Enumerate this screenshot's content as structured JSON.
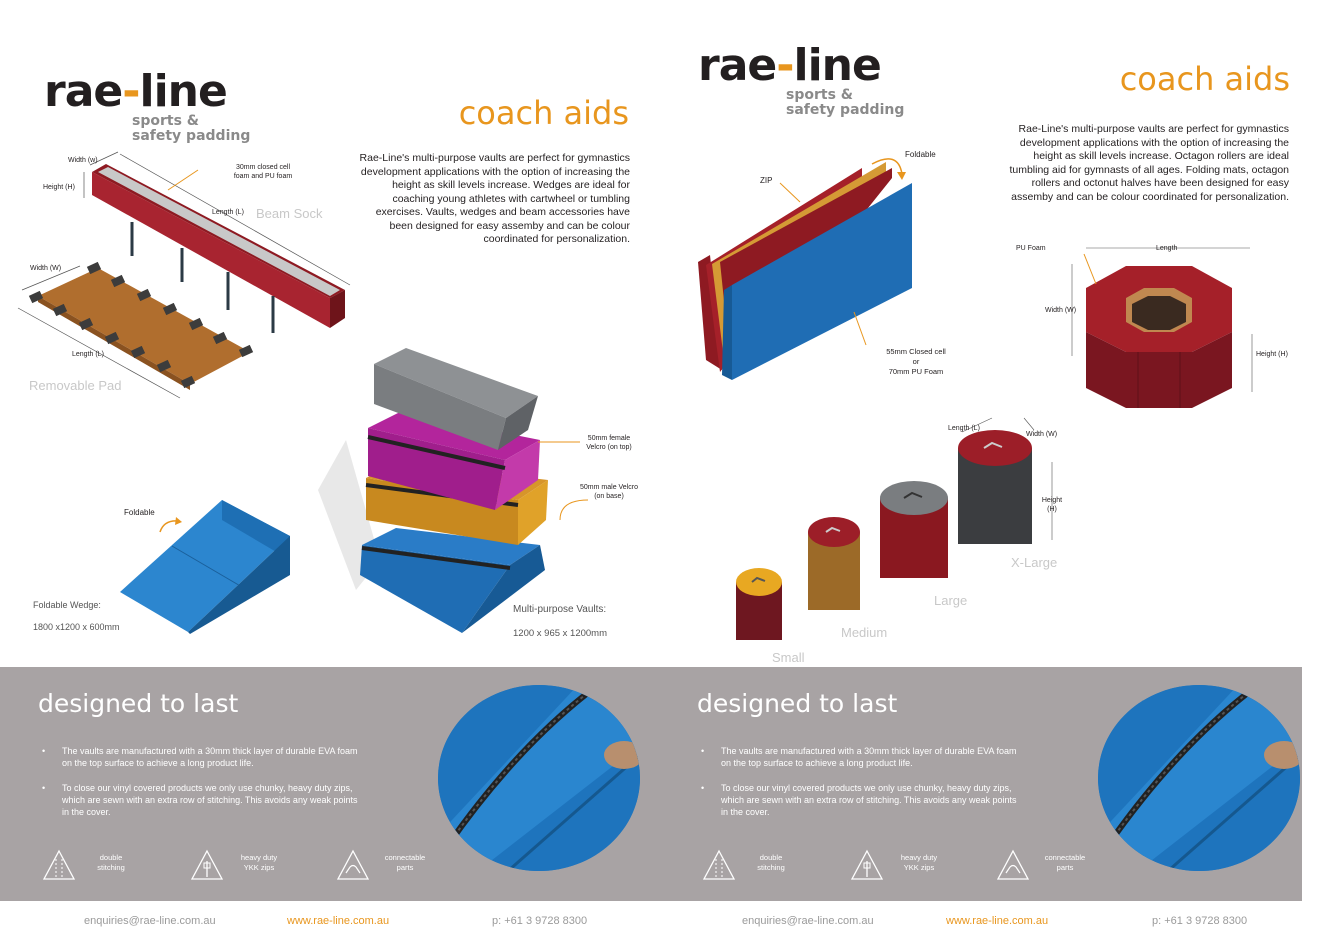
{
  "pages": [
    {
      "logo": {
        "name": "rae",
        "dash": "-",
        "name2": "line",
        "sub1": "sports &",
        "sub2": "safety padding"
      },
      "title": "coach aids",
      "description": "Rae-Line's multi-purpose vaults are perfect for gymnastics development applications with the option of increasing the height as skill levels increase. Wedges are ideal for coaching young athletes with cartwheel or tumbling exercises. Vaults, wedges and beam accessories have been designed for easy assemby and can be colour coordinated for personalization.",
      "labels": {
        "width_w": "Width (w)",
        "height_h": "Height (H)",
        "foam_1": "30mm closed cell",
        "foam_2": "foam and  PU foam",
        "length_l": "Length (L)",
        "beam_sock": "Beam Sock",
        "pad_width": "Width (W)",
        "pad_length": "Length (L)",
        "removable_pad": "Removable Pad",
        "foldable": "Foldable",
        "wedge_name": "Foldable Wedge:",
        "wedge_size": "1800 x1200 x 600mm",
        "velcro_f1": "50mm female",
        "velcro_f2": "Velcro (on top)",
        "velcro_m1": "50mm male Velcro",
        "velcro_m2": "(on base)",
        "vaults_name": "Multi-purpose Vaults:",
        "vaults_size": "1200 x 965 x 1200mm"
      },
      "band": {
        "title": "designed to last",
        "bullet1": "The vaults are manufactured with a 30mm thick layer of durable EVA foam on the top surface to achieve a long product life.",
        "bullet2": "To close our vinyl covered products we only use chunky, heavy duty zips, which are sewn with an extra row of stitching. This avoids any weak points in the cover.",
        "feat1": "double stitching",
        "feat2": "heavy duty YKK zips",
        "feat3": "connectable parts"
      },
      "footer": {
        "email": "enquiries@rae-line.com.au",
        "web": "www.rae-line.com.au",
        "phone": "p: +61 3 9728 8300"
      }
    },
    {
      "logo": {
        "name": "rae",
        "dash": "-",
        "name2": "line",
        "sub1": "sports &",
        "sub2": "safety padding"
      },
      "title": "coach aids",
      "description": "Rae-Line's multi-purpose vaults are perfect for gymnastics development applications with the option of increasing the height as skill levels increase. Octagon rollers are ideal tumbling aid for gymnasts of all ages. Folding mats, octagon rollers and octonut halves have been designed for easy assemby and can be colour coordinated for personalization.",
      "labels": {
        "foldable": "Foldable",
        "zip": "ZIP",
        "foam_1": "55mm Closed cell",
        "foam_2": "or",
        "foam_3": "70mm PU Foam",
        "pu_foam": "PU Foam",
        "length": "Length",
        "width_w": "Width (W)",
        "height_h": "Height (H)",
        "length_l": "Length (L)",
        "width_w2": "Width (W)",
        "height": "Height",
        "height_h2": "(H)",
        "xlarge": "X-Large",
        "large": "Large",
        "medium": "Medium",
        "small": "Small"
      },
      "band": {
        "title": "designed to last",
        "bullet1": "The vaults are manufactured with a 30mm thick layer of durable EVA foam on the top surface to achieve a long product life.",
        "bullet2": "To close our vinyl covered products we only use chunky, heavy duty zips, which are sewn with an extra row of stitching. This avoids any weak points in the cover.",
        "feat1": "double stitching",
        "feat2": "heavy duty YKK zips",
        "feat3": "connectable parts"
      },
      "footer": {
        "email": "enquiries@rae-line.com.au",
        "web": "www.rae-line.com.au",
        "phone": "p: +61 3 9728 8300"
      }
    }
  ],
  "colors": {
    "accent": "#e8961e",
    "band": "#a8a3a4",
    "red": "#8e1a22",
    "blue": "#1f78c2",
    "gold": "#c8891f",
    "magenta": "#a01e8c",
    "grey": "#7a7d80",
    "charcoal": "#3b3d40"
  }
}
